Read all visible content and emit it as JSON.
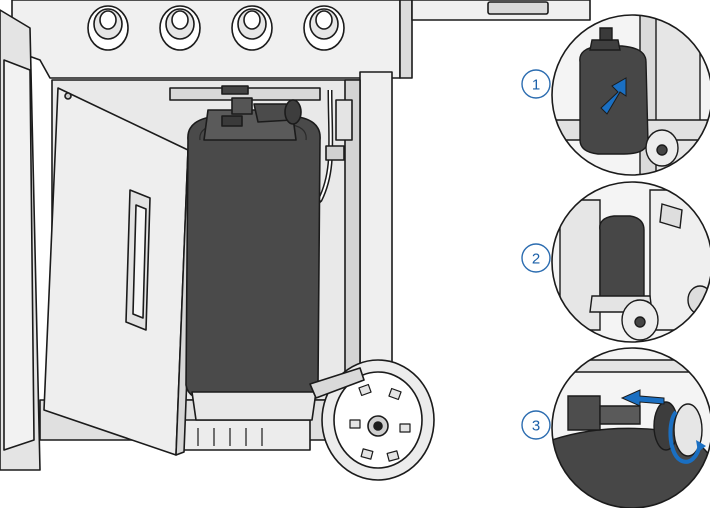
{
  "steps": [
    {
      "number": "1",
      "arrow": "up-curved-arrow"
    },
    {
      "number": "2"
    },
    {
      "number": "3",
      "arrow": "left-arrow-with-rotation"
    }
  ],
  "colors": {
    "outline": "#1b1b1b",
    "panel": "#eeeeee",
    "panel_shade": "#d6d6d6",
    "tank": "#4a4a4a",
    "tank_dark": "#3a3a3a",
    "accent_blue": "#1a6fc2",
    "badge_stroke": "#2b6cb0",
    "badge_text": "#1a5fa8"
  }
}
